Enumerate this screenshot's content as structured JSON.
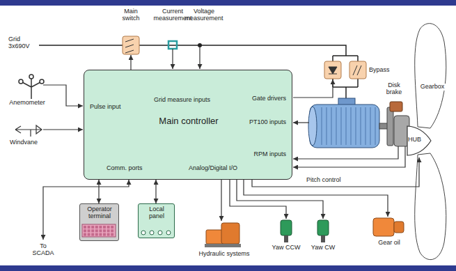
{
  "diagram": {
    "nodes": [
      {
        "text": [
          "Main controller",
          "Pulse input",
          "Grid measure inputs",
          "Gate drivers",
          "PT100 inputs",
          "RPM inputs",
          "Comm. ports",
          "Analog/Digital I/O"
        ]
      },
      {
        "text": [
          "HUB"
        ]
      },
      {
        "text": [
          "Operator terminal"
        ]
      },
      {
        "text": [
          "Local panel"
        ]
      }
    ],
    "edges": [
      {
        "from": 0,
        "to": 2,
        "arrow": "both"
      },
      {
        "from": 0,
        "to": 3,
        "arrow": "both"
      },
      {
        "from": 0,
        "to": 1,
        "label": "Pitch control",
        "arrow": "to"
      }
    ],
    "labels": [
      "Main switch",
      "Current measurement",
      "Voltage measurement",
      "Grid 3x690V",
      "Bypass",
      "Disk brake",
      "Gearbox",
      "Anemometer",
      "Windvane",
      "To SCADA",
      "Hydraulic systems",
      "Yaw CCW",
      "Yaw CW",
      "Gear oil"
    ]
  }
}
